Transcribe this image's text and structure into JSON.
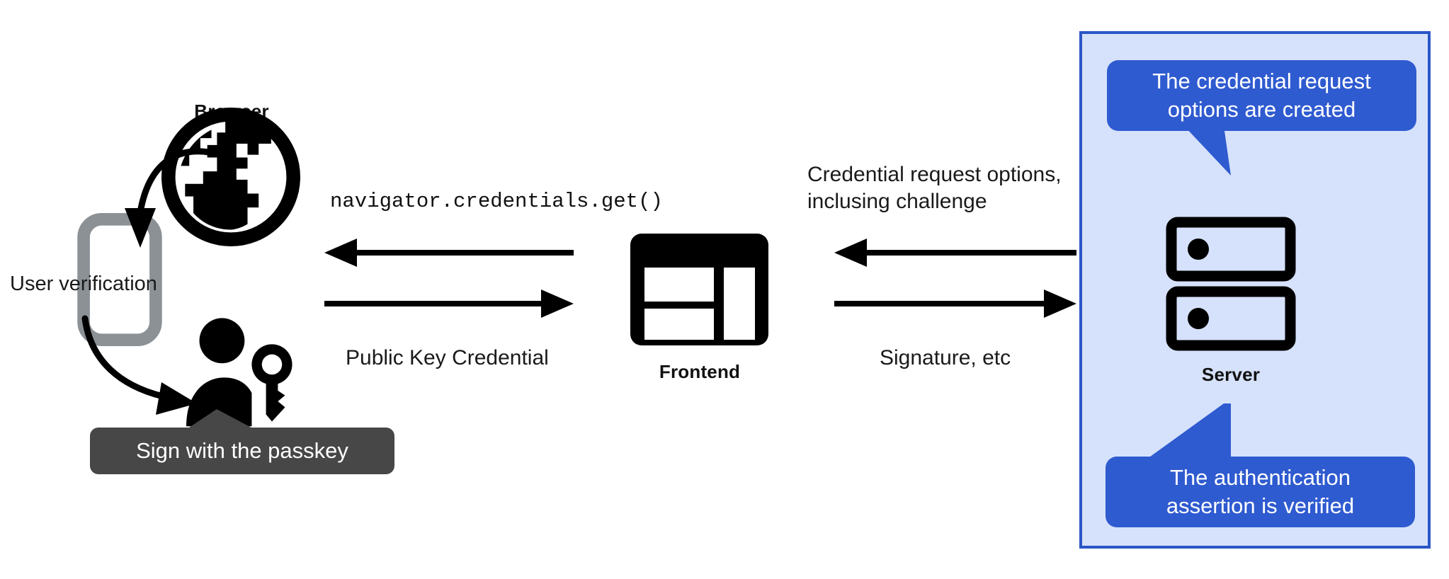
{
  "diagram": {
    "title_hidden": "",
    "colors": {
      "panel_fill": "#d6e2fb",
      "panel_border": "#2a56c6",
      "callout_blue": "#2f5bd0",
      "tooltip_gray": "#474747",
      "phone_gray": "#8c9196",
      "ink": "#111111"
    }
  },
  "nodes": {
    "browser": {
      "label": "Browser",
      "icon": "globe-icon"
    },
    "phone": {
      "icon": "mobile-phone-icon"
    },
    "user": {
      "icon": "person-with-key-icon"
    },
    "frontend": {
      "label": "Frontend",
      "icon": "web-layout-icon"
    },
    "server": {
      "label": "Server",
      "icon": "server-rack-icon"
    }
  },
  "annotations": {
    "user_verification": "User verification",
    "sign_tooltip": "Sign with the passkey"
  },
  "flows": {
    "browser_to_frontend_top": "navigator.credentials.get()",
    "browser_to_frontend_bottom": "Public Key Credential",
    "server_to_frontend_top": "Credential request options,\ninclusing challenge",
    "server_to_frontend_bottom": "Signature, etc"
  },
  "callouts": {
    "top": "The credential request\noptions are created",
    "bottom": "The authentication\nassertion is verified"
  }
}
